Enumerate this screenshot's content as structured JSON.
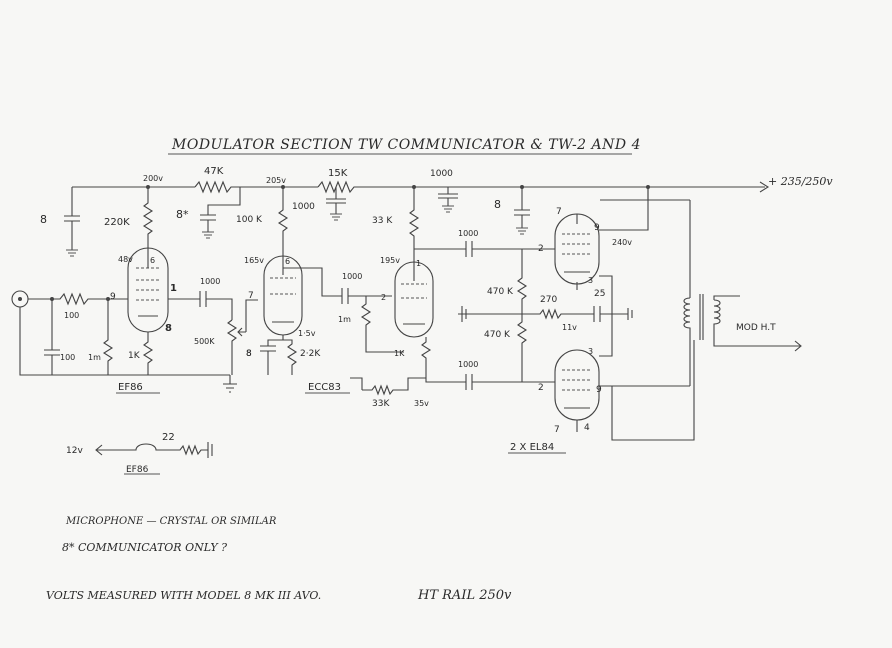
{
  "title": "MODULATOR SECTION TW COMMUNICATOR & TW-2 AND 4",
  "supply_label": "+ 235/250v",
  "mod_ht_label": "MOD H.T",
  "valves": {
    "ef86": "EF86",
    "ecc83": "ECC83",
    "el84": "2 X EL84",
    "heater_ef86": "EF86"
  },
  "components": {
    "r_47k": "47K",
    "r_15k": "15K",
    "c_1000_top": "1000",
    "c_8_left": "8",
    "r_220k": "220K",
    "c_8star": "8*",
    "r_100k": "100 K",
    "c_1000_dec": "1000",
    "r_33k_top": "33 K",
    "c_8_right": "8",
    "c_1000_a": "1000",
    "r_500k": "500K",
    "c_8_cath": "8",
    "r_2k2": "2·2K",
    "r_1k_left": "1K",
    "r_100_in": "100",
    "c_100": "100",
    "r_1m_a": "1m",
    "c_1000_b": "1000",
    "r_1m_b": "1m",
    "r_1k_mid": "1K",
    "r_33k_bot": "33K",
    "c_1000_c": "1000",
    "r_470k_a": "470 K",
    "r_470k_b": "470 K",
    "r_270": "270",
    "c_25": "25",
    "c_1000_d": "1000",
    "r_22": "22",
    "heater_12v": "12v"
  },
  "voltages": {
    "v200": "200v",
    "v205": "205v",
    "v48": "48v",
    "v165": "165v",
    "v195": "195v",
    "v1_5": "1·5v",
    "v35": "35v",
    "v240": "240v",
    "v11": "11v"
  },
  "pins": {
    "ef86_6": "6",
    "ef86_1": "1",
    "ef86_9": "9",
    "ef86_8": "8",
    "ecc_6": "6",
    "ecc_7": "7",
    "ecc_8": "8",
    "ecc_1": "1",
    "ecc_2": "2",
    "el1_7": "7",
    "el1_9": "9",
    "el1_2": "2",
    "el1_3": "3",
    "el2_3": "3",
    "el2_9": "9",
    "el2_2": "2",
    "el2_7": "7",
    "el2_4": "4"
  },
  "notes": {
    "mic": "MICROPHONE — CRYSTAL OR SIMILAR",
    "comm": "8* COMMUNICATOR ONLY ?",
    "volts_left": "VOLTS MEASURED WITH MODEL 8 MK III AVO.",
    "volts_right": "HT RAIL 250v"
  }
}
